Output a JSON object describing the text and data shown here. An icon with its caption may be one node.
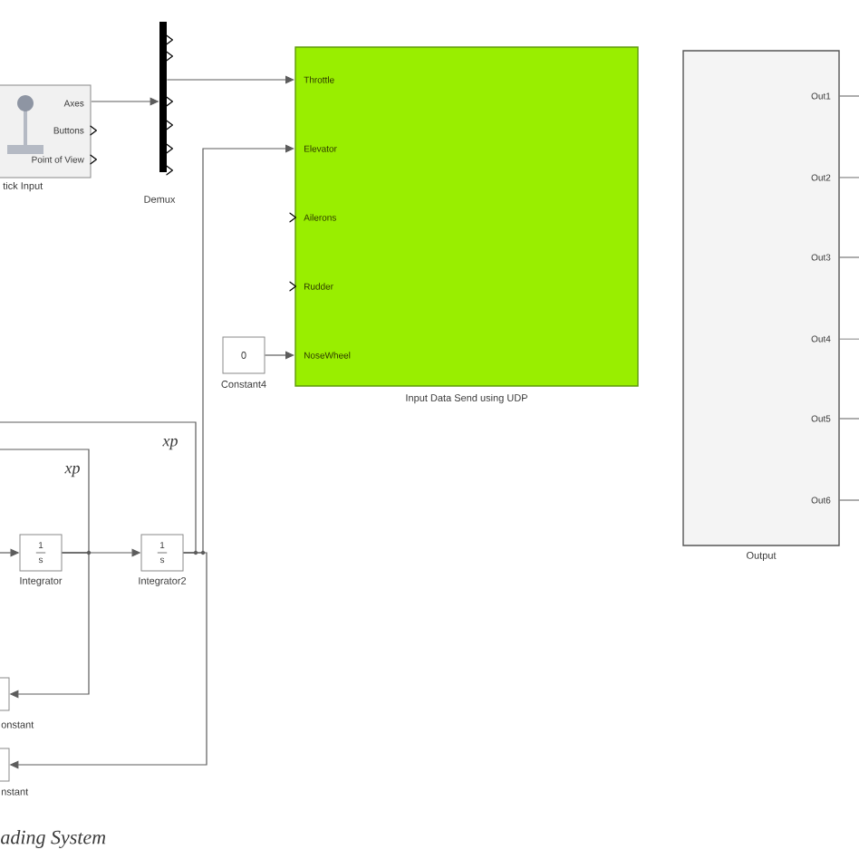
{
  "diagram": {
    "caption": "ading System",
    "nodes": [
      {
        "text": [
          "Axes",
          "Buttons",
          "Point of View",
          "tick Input"
        ]
      },
      {
        "text": [
          "Demux"
        ]
      },
      {
        "text": [
          "Throttle",
          "Elevator",
          "Ailerons",
          "Rudder",
          "NoseWheel",
          "Input Data Send using UDP"
        ]
      },
      {
        "text": [
          "0",
          "Constant4"
        ]
      },
      {
        "text": [
          "Out1",
          "Out2",
          "Out3",
          "Out4",
          "Out5",
          "Out6",
          "Output"
        ]
      },
      {
        "text": [
          "1",
          "s",
          "Integrator"
        ]
      },
      {
        "text": [
          "1",
          "s",
          "Integrator2"
        ]
      },
      {
        "text": [
          "onstant"
        ]
      },
      {
        "text": [
          "nstant"
        ]
      }
    ],
    "edges": [
      {
        "from": 0,
        "to": 1,
        "arrow": "to"
      },
      {
        "from": 1,
        "to": 2,
        "arrow": "to"
      },
      {
        "from": 6,
        "to": 2,
        "arrow": "to"
      },
      {
        "from": 3,
        "to": 2,
        "arrow": "to"
      },
      {
        "from": null,
        "to": 5,
        "arrow": "to"
      },
      {
        "from": 5,
        "to": 6,
        "arrow": "to"
      },
      {
        "from": 5,
        "to": null,
        "arrow": "none",
        "label": "xp"
      },
      {
        "from": 5,
        "to": 7,
        "arrow": "to"
      },
      {
        "from": 6,
        "to": null,
        "arrow": "none",
        "label": "xp"
      },
      {
        "from": 6,
        "to": 8,
        "arrow": "to"
      },
      {
        "from": 4,
        "to": null,
        "arrow": "none"
      },
      {
        "from": 4,
        "to": null,
        "arrow": "none"
      },
      {
        "from": 4,
        "to": null,
        "arrow": "none"
      },
      {
        "from": 4,
        "to": null,
        "arrow": "none"
      },
      {
        "from": 4,
        "to": null,
        "arrow": "none"
      },
      {
        "from": 4,
        "to": null,
        "arrow": "none"
      }
    ]
  }
}
